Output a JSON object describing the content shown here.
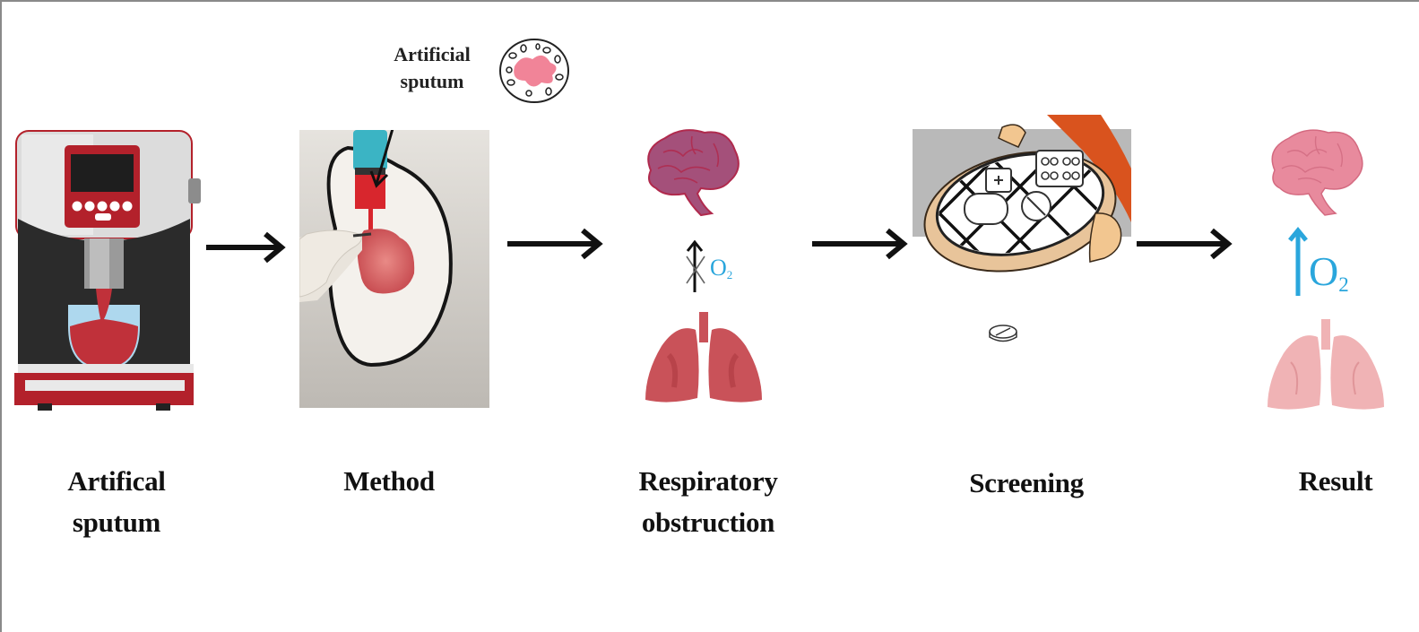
{
  "figure": {
    "type": "process-flow",
    "steps": [
      {
        "id": "artificial-sputum",
        "label_line1": "Artifical",
        "label_line2": "sputum",
        "illustration": "sputum-dispensing-machine"
      },
      {
        "id": "method",
        "label_line1": "Method",
        "label_line2": "",
        "illustration": "syringe-injecting-sputum-into-lung-in-kidney-dish"
      },
      {
        "id": "respiratory-obstruction",
        "label_line1": "Respiratory",
        "label_line2": "obstruction",
        "illustration": "brain-blocked-oxygen-lungs"
      },
      {
        "id": "screening",
        "label_line1": "Screening",
        "label_line2": "",
        "illustration": "sieve-with-medicines"
      },
      {
        "id": "result",
        "label_line1": "Result",
        "label_line2": "",
        "illustration": "brain-increased-oxygen-lungs"
      }
    ],
    "callout": {
      "line1": "Artificial",
      "line2": "sputum"
    },
    "oxygen": {
      "symbol": "O",
      "subscript": "2"
    },
    "connector": "right-arrow"
  },
  "colors": {
    "machine_red": "#b3212b",
    "machine_silver": "#d9d9d9",
    "machine_black": "#2b2b2b",
    "sputum_red": "#c0313a",
    "cup_blue": "#aed8ee",
    "brain_purple": "#a4507a",
    "lung_dark": "#c95259",
    "brain_pink": "#e88a9d",
    "lung_light": "#f0b3b5",
    "oxygen_blue": "#2aa6dc",
    "sieve_tan": "#e8c49a",
    "sleeve_orange": "#d9531e",
    "arrow": "#111111"
  }
}
